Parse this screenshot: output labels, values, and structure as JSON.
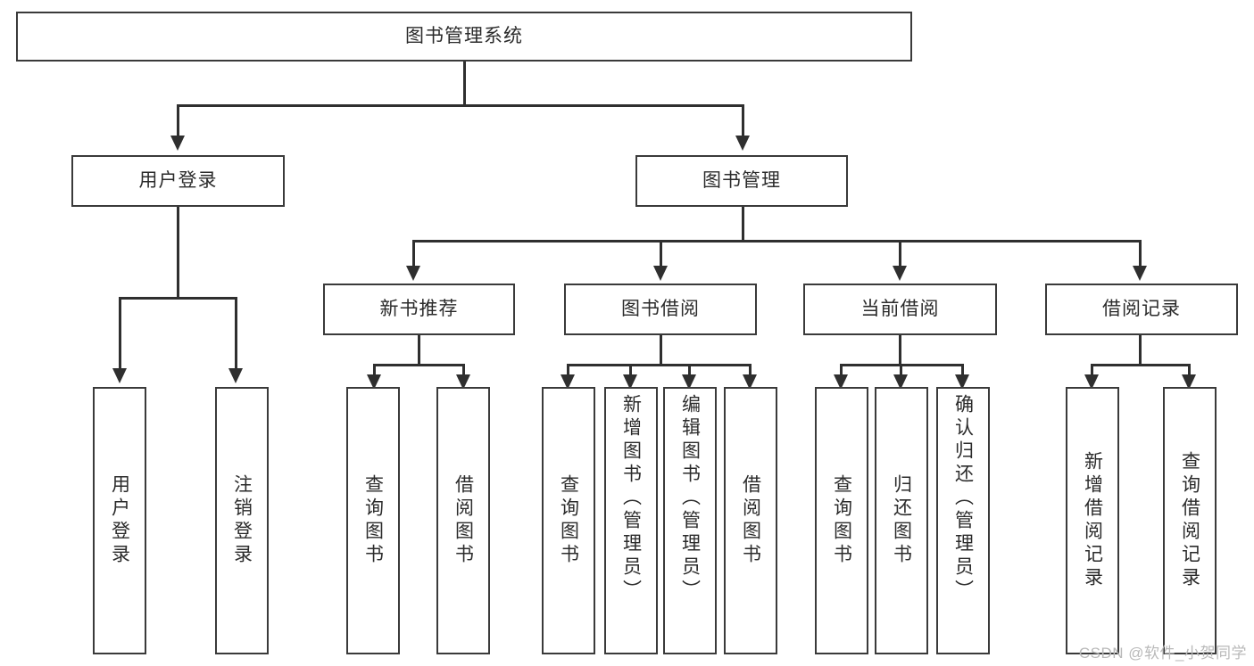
{
  "diagram": {
    "title": "图书管理系统",
    "type": "hierarchy-tree",
    "root": {
      "label": "图书管理系统"
    },
    "level2": [
      {
        "label": "用户登录"
      },
      {
        "label": "图书管理"
      }
    ],
    "level3": [
      {
        "label": "新书推荐"
      },
      {
        "label": "图书借阅"
      },
      {
        "label": "当前借阅"
      },
      {
        "label": "借阅记录"
      }
    ],
    "leaves": {
      "user_login": [
        {
          "label": "用户登录"
        },
        {
          "label": "注销登录"
        }
      ],
      "new_book_recommend": [
        {
          "label": "查询图书"
        },
        {
          "label": "借阅图书"
        }
      ],
      "book_borrow": [
        {
          "label": "查询图书"
        },
        {
          "label": "新增图书（管理员）"
        },
        {
          "label": "编辑图书（管理员）"
        },
        {
          "label": "借阅图书"
        }
      ],
      "current_borrow": [
        {
          "label": "查询图书"
        },
        {
          "label": "归还图书"
        },
        {
          "label": "确认归还（管理员）"
        }
      ],
      "borrow_record": [
        {
          "label": "新增借阅记录"
        },
        {
          "label": "查询借阅记录"
        }
      ]
    }
  },
  "watermark": {
    "text": "CSDN @软件_小贺同学"
  },
  "colors": {
    "box_border": "#3a3a3a",
    "connector": "#2f2f2f",
    "text": "#2b2b2b",
    "background": "#ffffff",
    "watermark": "#b9b9b9"
  }
}
